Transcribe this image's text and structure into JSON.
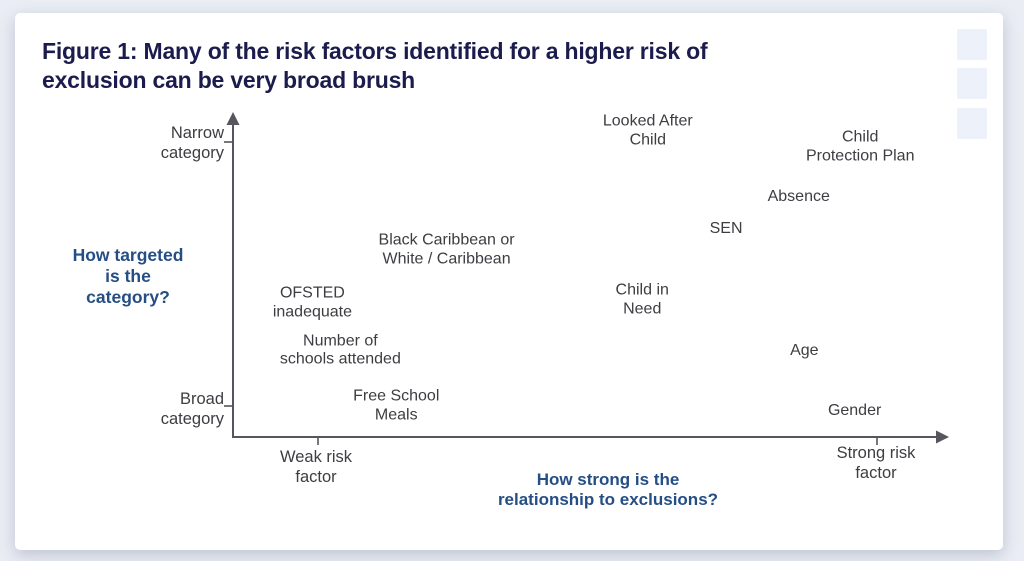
{
  "figure": {
    "title_display": "Figure 1: Many of the risk factors identified for a higher risk of\nexclusion can be very broad brush"
  },
  "colors": {
    "page_background": "#eaedf4",
    "card_background": "#ffffff",
    "title_navy": "#1b1c4d",
    "axis_title_blue": "#254e84",
    "label_gray": "#3d3d42",
    "axis_gray": "#55565e",
    "decor_square": "#edf1fa"
  },
  "decor": {
    "squares_count": 3
  },
  "chart_data": {
    "type": "scatter",
    "title": "Figure 1: Many of the risk factors identified for a higher risk of exclusion can be very broad brush",
    "xlabel": "How strong is the\nrelationship to exclusions?",
    "ylabel": "How targeted\nis the\ncategory?",
    "x_end_labels": {
      "min": "Weak risk\nfactor",
      "max": "Strong risk\nfactor"
    },
    "y_end_labels": {
      "min": "Broad\ncategory",
      "max": "Narrow\ncategory"
    },
    "coord_system": "x: 0 = weak-risk tick, 1 = strong-risk tick; y: 0 = broad-category tick, 1 = narrow-category tick",
    "legend": "none",
    "grid": false,
    "points": [
      {
        "label": "Looked After\nChild",
        "x": 0.59,
        "y": 1.04
      },
      {
        "label": "Child\nProtection Plan",
        "x": 0.97,
        "y": 0.98
      },
      {
        "label": "Absence",
        "x": 0.86,
        "y": 0.79
      },
      {
        "label": "SEN",
        "x": 0.73,
        "y": 0.67
      },
      {
        "label": "Black Caribbean or\nWhite / Caribbean",
        "x": 0.23,
        "y": 0.59
      },
      {
        "label": "OFSTED\ninadequate",
        "x": -0.01,
        "y": 0.39
      },
      {
        "label": "Child in\nNeed",
        "x": 0.58,
        "y": 0.4
      },
      {
        "label": "Number of\nschools attended",
        "x": 0.04,
        "y": 0.21
      },
      {
        "label": "Age",
        "x": 0.87,
        "y": 0.21
      },
      {
        "label": "Free School\nMeals",
        "x": 0.14,
        "y": 0.0
      },
      {
        "label": "Gender",
        "x": 0.96,
        "y": -0.02
      }
    ]
  }
}
